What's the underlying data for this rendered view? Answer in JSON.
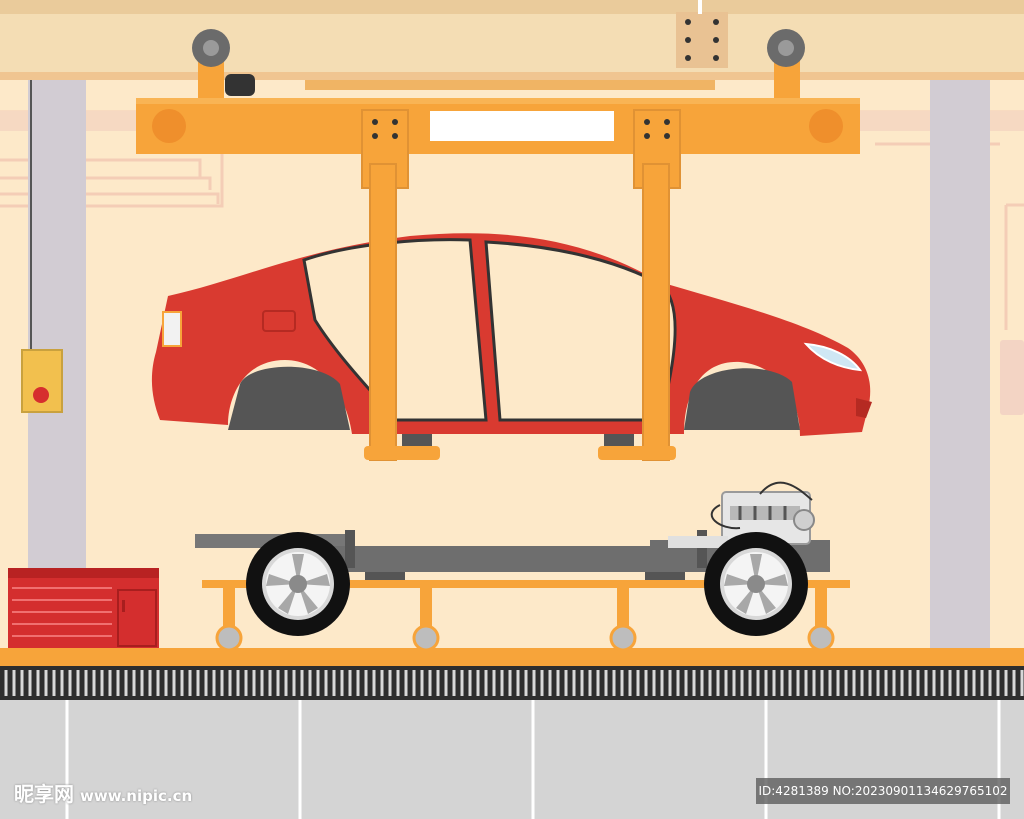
{
  "watermark": {
    "logo_text": "昵享网",
    "site_url": "www.nipic.cn",
    "image_info": "ID:4281389 NO:20230901134629765102"
  },
  "colors": {
    "wall": "#fde9c9",
    "beam": "#f7a43a",
    "car_body": "#d93a30",
    "pillar": "#d2ccd3",
    "floor": "#d4d4d4",
    "cabinet": "#d42e2e"
  }
}
